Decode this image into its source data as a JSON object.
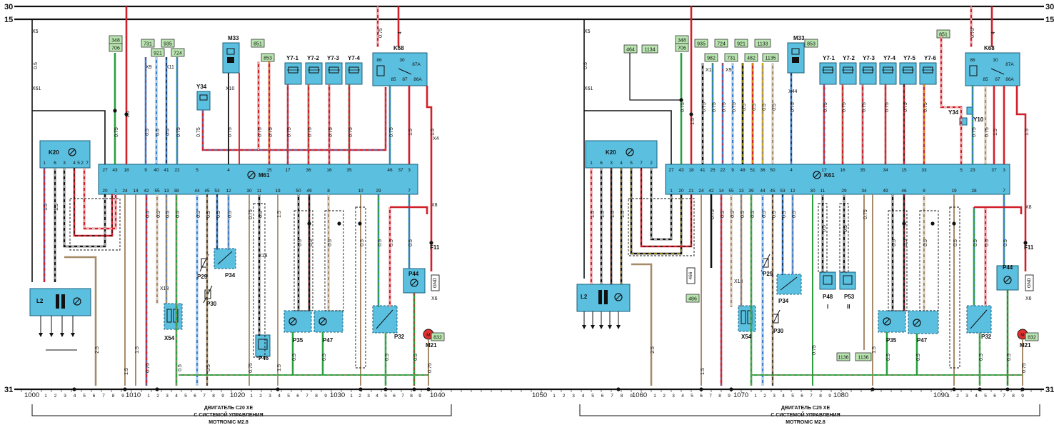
{
  "rails": {
    "top_left": "30",
    "top_right": "30",
    "mid_left": "15",
    "mid_right": "15",
    "bottom_left": "31",
    "bottom_right": "31"
  },
  "colors": {
    "box_fill": "#5bc0e0",
    "box_stroke": "#1b5f7a",
    "tag_fill": "#b9e6b0",
    "wire_red": "#d0202a",
    "wire_green": "#2aa040",
    "wire_brown": "#a68b6a",
    "wire_blue": "#3a7fd0",
    "wire_black": "#111111"
  },
  "left": {
    "components": {
      "ecu": "M61",
      "ignition_module": "K20",
      "coil": "L2",
      "relay": "K68",
      "m33": "M33",
      "y34": "Y34",
      "inj1": "Y7-1",
      "inj2": "Y7-2",
      "inj3": "Y7-3",
      "inj4": "Y7-4",
      "p29": "P29",
      "p30": "P30",
      "p34": "P34",
      "p46": "P46",
      "p35": "P35",
      "p47": "P47",
      "p32": "P32",
      "p44": "P44",
      "x54": "X54",
      "m21": "M21",
      "f11": "F11"
    },
    "tags": [
      "348",
      "706",
      "731",
      "921",
      "935",
      "724",
      "851",
      "853",
      "832",
      "GND"
    ],
    "connectors": [
      "X5",
      "X61",
      "X9",
      "X10",
      "X11",
      "X13",
      "X18",
      "X8",
      "X6",
      "X4"
    ],
    "ecu_top_pins": [
      "27",
      "43",
      "18",
      "9",
      "40",
      "41",
      "22",
      "5",
      "4",
      "15",
      "17",
      "36",
      "16",
      "35",
      "46",
      "37",
      "3"
    ],
    "ecu_bottom_pins": [
      "20",
      "1",
      "24",
      "14",
      "42",
      "55",
      "13",
      "38",
      "44",
      "45",
      "53",
      "12",
      "30",
      "11",
      "19",
      "50",
      "49",
      "8",
      "10",
      "29",
      "7"
    ],
    "k20_pins": [
      "1",
      "6",
      "3",
      "4",
      "5",
      "2",
      "7"
    ],
    "relay_pins": [
      "86",
      "30",
      "87A",
      "85",
      "87",
      "86A"
    ],
    "wire_sizes": [
      "0.75",
      "1.5",
      "0.5",
      "2.5",
      "4"
    ],
    "scale_start": "1000",
    "scale_marks": [
      "1010",
      "1020",
      "1030",
      "1040"
    ],
    "caption": [
      "ДВИГАТЕЛЬ C20 XE",
      "С СИСТЕМОЙ УПРАВЛЕНИЯ",
      "MOTRONIC M2.8"
    ]
  },
  "right": {
    "components": {
      "ecu": "K61",
      "ignition_module": "K20",
      "coil": "L2",
      "relay": "K68",
      "m33": "M33",
      "y34": "Y34",
      "y10": "Y10",
      "inj1": "Y7-1",
      "inj2": "Y7-2",
      "inj3": "Y7-3",
      "inj4": "Y7-4",
      "inj5": "Y7-5",
      "inj6": "Y7-6",
      "p29": "P29",
      "p30": "P30",
      "p34": "P34",
      "p48": "P48",
      "p53": "P53",
      "p35": "P35",
      "p47": "P47",
      "p32": "P32",
      "p44": "P44",
      "x54": "X54",
      "m21": "M21",
      "f11": "F11"
    },
    "tags": [
      "464",
      "1134",
      "348",
      "706",
      "935",
      "982",
      "724",
      "731",
      "921",
      "482",
      "1133",
      "1135",
      "853",
      "851",
      "466",
      "486",
      "1136",
      "832",
      "GND"
    ],
    "connectors": [
      "X5",
      "X61",
      "X11",
      "X9",
      "X44",
      "X13",
      "X6",
      "X8"
    ],
    "ecu_top_pins": [
      "27",
      "43",
      "18",
      "41",
      "25",
      "22",
      "9",
      "48",
      "51",
      "36",
      "50",
      "4",
      "17",
      "16",
      "35",
      "34",
      "15",
      "33",
      "5",
      "23",
      "37",
      "3"
    ],
    "ecu_bottom_pins": [
      "1",
      "20",
      "21",
      "24",
      "42",
      "14",
      "55",
      "13",
      "39",
      "44",
      "45",
      "53",
      "12",
      "30",
      "11",
      "29",
      "34",
      "49",
      "46",
      "8",
      "19",
      "28",
      "7"
    ],
    "k20_pins": [
      "1",
      "6",
      "3",
      "4",
      "5",
      "7",
      "2"
    ],
    "relay_pins": [
      "86",
      "30",
      "87A",
      "85",
      "87",
      "86A"
    ],
    "roman": [
      "I",
      "II"
    ],
    "wire_sizes": [
      "0.75",
      "1.5",
      "0.5",
      "2.5",
      "4"
    ],
    "scale_start": "1050",
    "scale_marks": [
      "1060",
      "1070",
      "1080",
      "1090"
    ],
    "caption": [
      "ДВИГАТЕЛЬ C25 XE",
      "С СИСТЕМОЙ УПРАВЛЕНИЯ",
      "MOTRONIC M2.8"
    ]
  }
}
